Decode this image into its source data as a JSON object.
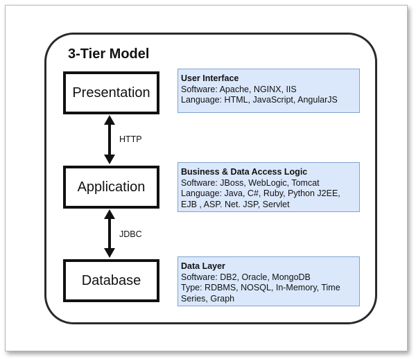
{
  "title": "3-Tier Model",
  "tiers": [
    {
      "name": "Presentation",
      "info": {
        "heading": "User Interface",
        "lines": [
          "Software: Apache, NGINX, IIS",
          "Language: HTML, JavaScript, AngularJS"
        ]
      }
    },
    {
      "name": "Application",
      "info": {
        "heading": "Business & Data Access Logic",
        "lines": [
          "Software: JBoss, WebLogic, Tomcat",
          "Language: Java, C#, Ruby, Python J2EE, EJB , ASP. Net. JSP, Servlet"
        ]
      }
    },
    {
      "name": "Database",
      "info": {
        "heading": "Data Layer",
        "lines": [
          "Software: DB2, Oracle, MongoDB",
          "Type: RDBMS, NOSQL, In-Memory, Time Series, Graph"
        ]
      }
    }
  ],
  "connections": [
    {
      "label": "HTTP"
    },
    {
      "label": "JDBC"
    }
  ],
  "colors": {
    "info_box_fill": "#dbe8fb",
    "info_box_border": "#7fa3cf",
    "stroke": "#111111"
  }
}
